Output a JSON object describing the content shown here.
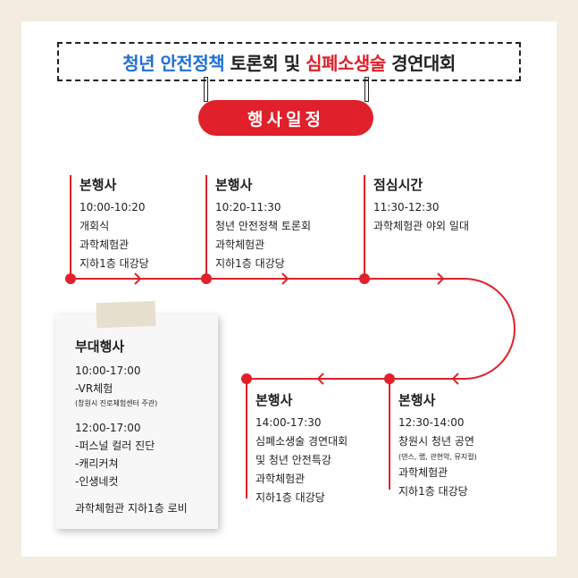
{
  "title": {
    "part1": "청년 안전정책",
    "part2": "토론회 및",
    "part3": "심폐소생술",
    "part4": "경연대회"
  },
  "section_label": "행사일정",
  "events": [
    {
      "heading": "본행사",
      "time": "10:00-10:20",
      "lines": [
        "개회식",
        "과학체험관",
        "지하1층 대강당"
      ]
    },
    {
      "heading": "본행사",
      "time": "10:20-11:30",
      "lines": [
        "청년 안전정책 토론회",
        "과학체험관",
        "지하1층 대강당"
      ]
    },
    {
      "heading": "점심시간",
      "time": "11:30-12:30",
      "lines": [
        "과학체험관 야외 일대"
      ]
    },
    {
      "heading": "본행사",
      "time": "12:30-14:00",
      "lines": [
        "창원시 청년 공연"
      ],
      "note": "(댄스, 랩, 관현악, 뮤지컬)",
      "lines2": [
        "과학체험관",
        "지하1층 대강당"
      ]
    },
    {
      "heading": "본행사",
      "time": "14:00-17:30",
      "lines": [
        "심폐소생술 경연대회",
        "및 청년 안전특강",
        "과학체험관",
        "지하1층 대강당"
      ]
    }
  ],
  "side_event": {
    "heading": "부대행사",
    "time1": "10:00-17:00",
    "item1": "-VR체험",
    "item1_note": "(창원시 진로체험센터 주관)",
    "time2": "12:00-17:00",
    "items2": [
      "-퍼스널 컬러 진단",
      "-캐리커쳐",
      "-인생네컷"
    ],
    "location": "과학체험관 지하1층 로비"
  },
  "colors": {
    "accent_red": "#e0202a",
    "accent_blue": "#1f6fd6",
    "background": "#f3ece0"
  }
}
